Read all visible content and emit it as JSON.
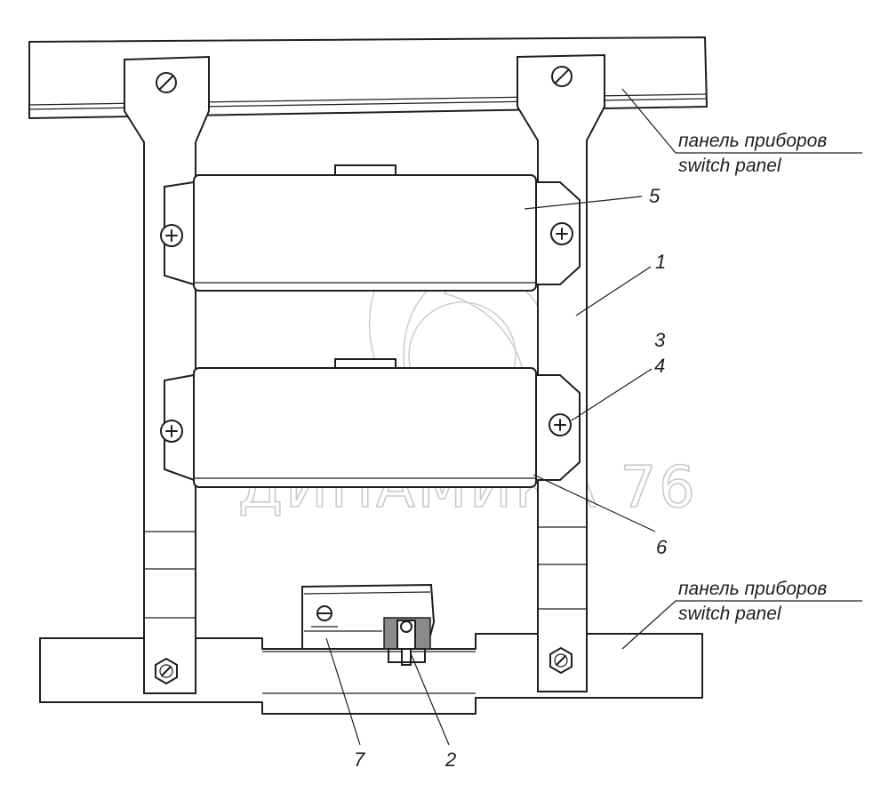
{
  "diagram": {
    "colors": {
      "line": "#1e1e1e",
      "watermark": "#c9c9c9",
      "background": "#ffffff"
    },
    "captions": {
      "top_panel_ru": "панель приборов",
      "top_panel_en": "switch panel",
      "bottom_panel_ru": "панель приборов",
      "bottom_panel_en": "switch panel"
    },
    "labels": [
      "5",
      "1",
      "3",
      "4",
      "6",
      "7",
      "2"
    ],
    "watermark": {
      "text": "ДИНАМИКА 76",
      "icon": "triskelion-logo-icon"
    }
  }
}
